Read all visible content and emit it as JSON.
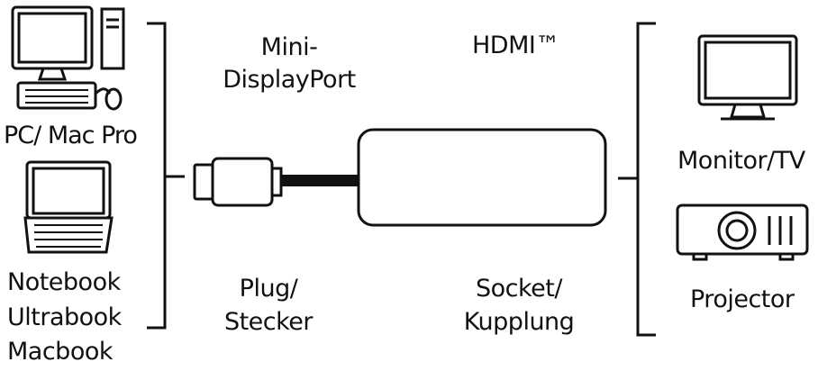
{
  "left_devices": {
    "pc_label": "PC/ Mac Pro",
    "notebook_labels": [
      "Notebook",
      "Ultrabook",
      "Macbook"
    ]
  },
  "connector_labels": {
    "mini_dp": [
      "Mini-",
      "DisplayPort"
    ],
    "hdmi": "HDMI™",
    "plug": [
      "Plug/",
      "Stecker"
    ],
    "socket": [
      "Socket/",
      "Kupplung"
    ]
  },
  "right_devices": {
    "monitor_label": "Monitor/TV",
    "projector_label": "Projector"
  }
}
